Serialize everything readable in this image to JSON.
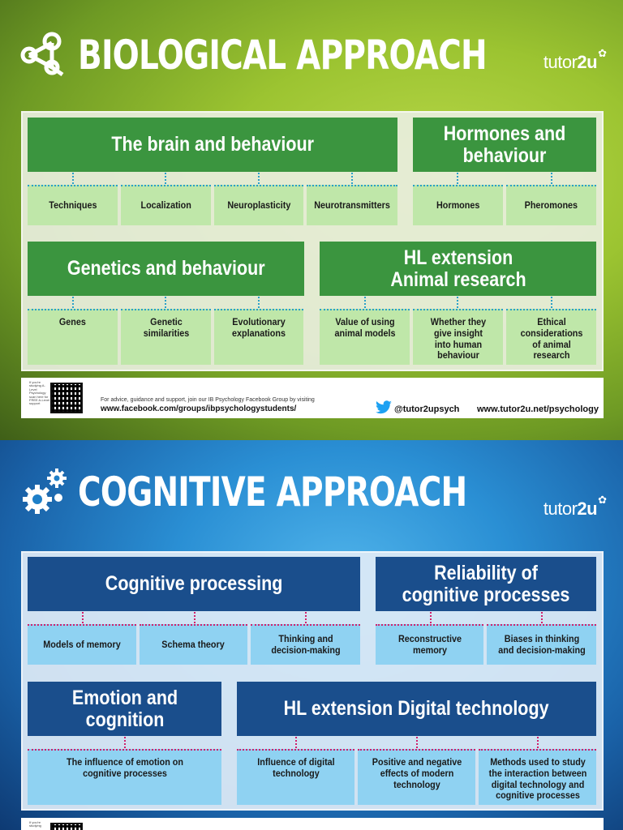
{
  "biological": {
    "title": "BIOLOGICAL APPROACH",
    "brand": {
      "name": "tutor",
      "suffix": "2u"
    },
    "categories": [
      {
        "title": "The brain and behaviour",
        "subs": [
          "Techniques",
          "Localization",
          "Neuroplasticity",
          "Neurotransmitters"
        ]
      },
      {
        "title": "Hormones and behaviour",
        "subs": [
          "Hormones",
          "Pheromones"
        ]
      },
      {
        "title": "Genetics and behaviour",
        "subs": [
          "Genes",
          "Genetic similarities",
          "Evolutionary explanations"
        ]
      },
      {
        "title": "HL extension Animal research",
        "subs": [
          "Value of using animal models",
          "Whether they give insight into human behaviour",
          "Ethical considerations of animal research"
        ]
      }
    ],
    "footer": {
      "small_text": "If you're studying A-Level Psychology scan here for FREE A-Level support",
      "advice": "For advice, guidance and support, join our IB Psychology Facebook Group by visiting",
      "facebook_url": "www.facebook.com/groups/ibpsychologystudents/",
      "twitter": "@tutor2upsych",
      "website": "www.tutor2u.net/psychology"
    }
  },
  "cognitive": {
    "title": "COGNITIVE APPROACH",
    "brand": {
      "name": "tutor",
      "suffix": "2u"
    },
    "categories": [
      {
        "title": "Cognitive processing",
        "subs": [
          "Models of memory",
          "Schema theory",
          "Thinking and decision-making"
        ]
      },
      {
        "title": "Reliability of cognitive processes",
        "subs": [
          "Reconstructive memory",
          "Biases in thinking and decision-making"
        ]
      },
      {
        "title": "Emotion and cognition",
        "subs": [
          "The influence of emotion on cognitive processes"
        ]
      },
      {
        "title": "HL extension Digital technology",
        "subs": [
          "Influence of digital technology",
          "Positive and negative effects of modern technology",
          "Methods used to study the interaction between digital technology and cognitive processes"
        ]
      }
    ],
    "footer": {
      "small_text": "If you're studying"
    }
  },
  "colors": {
    "bio_category": "#3b953f",
    "bio_sub": "#bfe7a9",
    "cog_category": "#1a4e8c",
    "cog_sub": "#8fd2f2"
  }
}
